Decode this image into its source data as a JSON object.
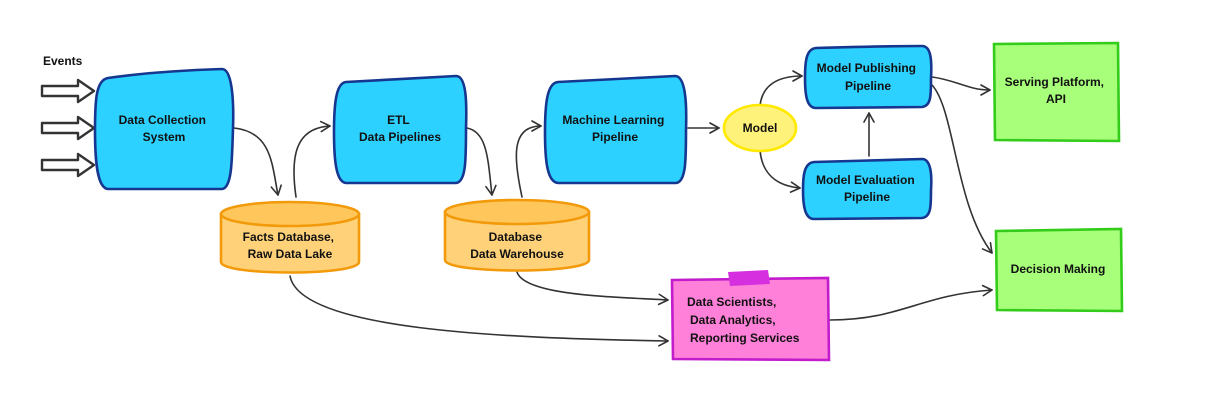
{
  "diagram": {
    "events_label": "Events",
    "nodes": {
      "data_collection": [
        "Data Collection",
        "System"
      ],
      "etl": [
        "ETL",
        "Data Pipelines"
      ],
      "ml_pipeline": [
        "Machine Learning",
        "Pipeline"
      ],
      "model": [
        "Model"
      ],
      "model_publishing": [
        "Model Publishing",
        "Pipeline"
      ],
      "model_evaluation": [
        "Model Evaluation",
        "Pipeline"
      ],
      "serving_platform": [
        "Serving Platform,",
        "API"
      ],
      "decision_making": [
        "Decision Making"
      ],
      "facts_database": [
        "Facts Database,",
        "Raw Data Lake"
      ],
      "data_warehouse": [
        "Database",
        "Data Warehouse"
      ],
      "data_scientists": [
        "Data Scientists,",
        "Data Analytics,",
        "Reporting Services"
      ]
    },
    "colors": {
      "process_fill": "#2cd1ff",
      "process_stroke": "#16378f",
      "storage_fill": "#ffd27a",
      "storage_stroke": "#f29a0a",
      "model_fill": "#fff27a",
      "output_fill": "#a7ff7a",
      "output_stroke": "#33cc1a",
      "consumer_fill": "#ff80d8",
      "consumer_stroke": "#c21ccc"
    }
  }
}
